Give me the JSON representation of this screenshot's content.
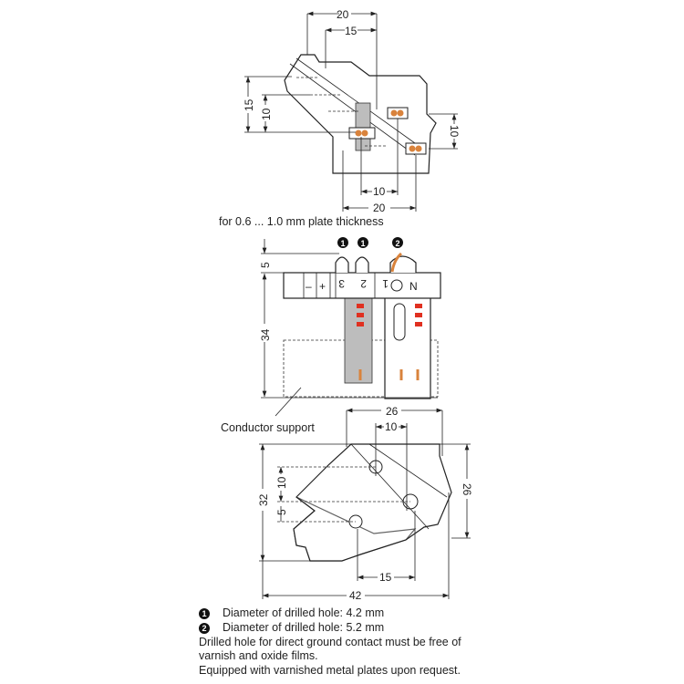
{
  "top_view": {
    "dims": {
      "top_20": "20",
      "top_15": "15",
      "left_15": "15",
      "left_10": "10",
      "right_10": "10",
      "bottom_10": "10",
      "bottom_20": "20"
    },
    "caption": "for 0.6 ... 1.0 mm plate thickness"
  },
  "side_view": {
    "dims": {
      "height_5": "5",
      "height_34": "34"
    },
    "markers": [
      "1",
      "1",
      "2"
    ],
    "terminal_labels": [
      "–",
      "+",
      "3",
      "2",
      "1",
      "N"
    ],
    "conductor_support_label": "Conductor support"
  },
  "bottom_view": {
    "dims": {
      "width_26": "26",
      "spacing_10": "10",
      "height_32": "32",
      "left_10": "10",
      "left_5": "5",
      "right_26": "26",
      "spacing_15": "15",
      "width_42": "42"
    }
  },
  "notes": [
    {
      "marker": "1",
      "text": "Diameter of drilled hole: 4.2 mm"
    },
    {
      "marker": "2",
      "text": "Diameter of drilled hole: 5.2 mm"
    },
    {
      "text": "Drilled hole for direct ground contact must be free of"
    },
    {
      "text": "varnish and oxide films."
    },
    {
      "text": "Equipped with varnished metal plates upon request."
    }
  ],
  "colors": {
    "contact": "#d9833c",
    "marker_red": "#e03020",
    "insulation_gray": "#bdbdbd"
  }
}
